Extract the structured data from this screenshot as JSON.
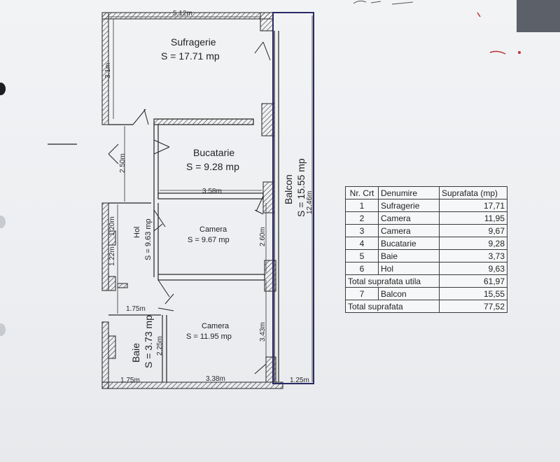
{
  "rooms": {
    "sufragerie": {
      "name": "Sufragerie",
      "area": "S =  17.71 mp"
    },
    "bucatarie": {
      "name": "Bucatarie",
      "area": "S =  9.28 mp"
    },
    "camera1": {
      "name": "Camera",
      "area": "S =  9.67 mp"
    },
    "camera2": {
      "name": "Camera",
      "area": "S =  11.95 mp"
    },
    "hol": {
      "name": "Hol",
      "area": "S = 9.63 mp"
    },
    "baie": {
      "name": "Baie",
      "area": "S = 3.73 mp"
    },
    "balcon": {
      "name": "Balcon",
      "area": "S = 15.55 mp"
    }
  },
  "dimensions": {
    "top_width": "5.12m",
    "sufragerie_height": "3.1m",
    "hol_upper": "2.50m",
    "bucatarie_width": "3.58m",
    "hol_mid1": "1.20m",
    "hol_mid2": "1.22m",
    "camera1_height": "2.60m",
    "baie_width": "1.75m",
    "camera2_height": "3.43m",
    "baie_height": "2.25m",
    "bottom_baie": "1.75m",
    "bottom_camera": "3.38m",
    "bottom_balcon": "1.25m",
    "balcon_length": "12.46m"
  },
  "table": {
    "headers": [
      "Nr. Crt",
      "Denumire",
      "Suprafata (mp)"
    ],
    "rows": [
      {
        "nr": "1",
        "name": "Sufragerie",
        "area": "17,71"
      },
      {
        "nr": "2",
        "name": "Camera",
        "area": "11,95"
      },
      {
        "nr": "3",
        "name": "Camera",
        "area": "9,67"
      },
      {
        "nr": "4",
        "name": "Bucatarie",
        "area": "9,28"
      },
      {
        "nr": "5",
        "name": "Baie",
        "area": "3,73"
      },
      {
        "nr": "6",
        "name": "Hol",
        "area": "9,63"
      }
    ],
    "total_utila_label": "Total suprafata utila",
    "total_utila_value": "61,97",
    "balcon_row": {
      "nr": "7",
      "name": "Balcon",
      "area": "15,55"
    },
    "total_label": "Total suprafata",
    "total_value": "77,52"
  }
}
